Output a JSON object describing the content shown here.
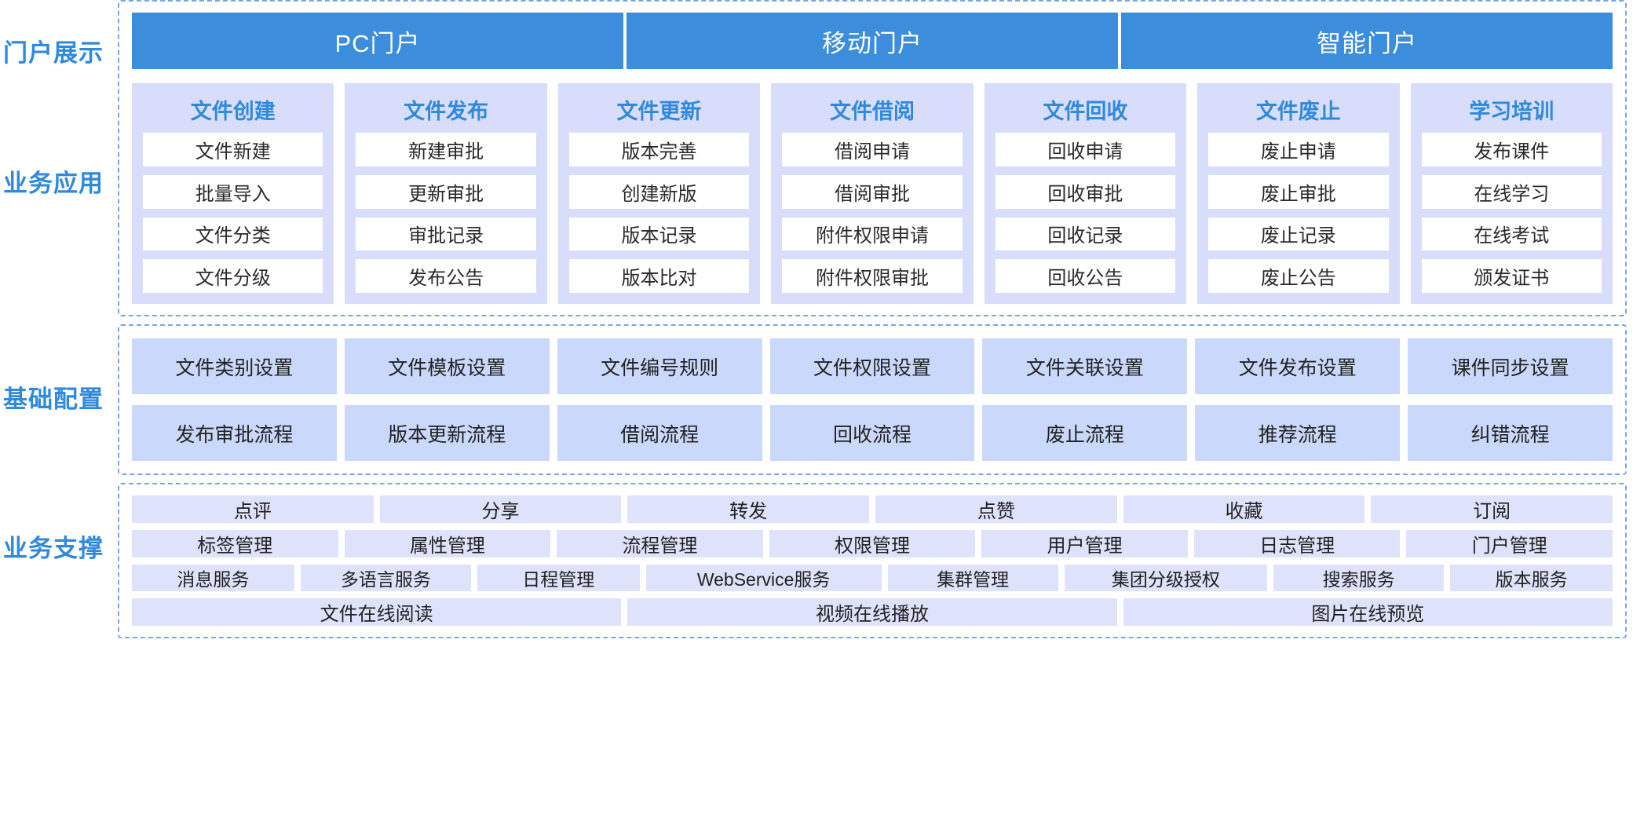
{
  "rail": {
    "labels": [
      {
        "key": "portal",
        "text": "门户展示"
      },
      {
        "key": "business",
        "text": "业务应用"
      },
      {
        "key": "config",
        "text": "基础配置"
      },
      {
        "key": "support",
        "text": "业务支撑"
      }
    ]
  },
  "colors": {
    "portal_header_bg": "#3c8ddc",
    "portal_header_text": "#ffffff",
    "app_column_bg": "#d7ddfb",
    "app_item_bg": "#ffffff",
    "app_title_text": "#2f89dd",
    "config_cell_bg": "#c9d8fb",
    "support_cell_bg": "#dfe2fb",
    "band_border": "#7aa6e8",
    "rail_label_text": "#2f89dd"
  },
  "portal": {
    "items": [
      {
        "label": "PC门户"
      },
      {
        "label": "移动门户"
      },
      {
        "label": "智能门户"
      }
    ]
  },
  "business_apps": {
    "columns": [
      {
        "title": "文件创建",
        "items": [
          "文件新建",
          "批量导入",
          "文件分类",
          "文件分级"
        ]
      },
      {
        "title": "文件发布",
        "items": [
          "新建审批",
          "更新审批",
          "审批记录",
          "发布公告"
        ]
      },
      {
        "title": "文件更新",
        "items": [
          "版本完善",
          "创建新版",
          "版本记录",
          "版本比对"
        ]
      },
      {
        "title": "文件借阅",
        "items": [
          "借阅申请",
          "借阅审批",
          "附件权限申请",
          "附件权限审批"
        ]
      },
      {
        "title": "文件回收",
        "items": [
          "回收申请",
          "回收审批",
          "回收记录",
          "回收公告"
        ]
      },
      {
        "title": "文件废止",
        "items": [
          "废止申请",
          "废止审批",
          "废止记录",
          "废止公告"
        ]
      },
      {
        "title": "学习培训",
        "items": [
          "发布课件",
          "在线学习",
          "在线考试",
          "颁发证书"
        ]
      }
    ]
  },
  "basic_config": {
    "rows": [
      [
        "文件类别设置",
        "文件模板设置",
        "文件编号规则",
        "文件权限设置",
        "文件关联设置",
        "文件发布设置",
        "课件同步设置"
      ],
      [
        "发布审批流程",
        "版本更新流程",
        "借阅流程",
        "回收流程",
        "废止流程",
        "推荐流程",
        "纠错流程"
      ]
    ]
  },
  "business_support": {
    "rows": [
      {
        "cells": [
          {
            "label": "点评",
            "flex": 1
          },
          {
            "label": "分享",
            "flex": 1
          },
          {
            "label": "转发",
            "flex": 1
          },
          {
            "label": "点赞",
            "flex": 1
          },
          {
            "label": "收藏",
            "flex": 1
          },
          {
            "label": "订阅",
            "flex": 1
          }
        ]
      },
      {
        "cells": [
          {
            "label": "标签管理",
            "flex": 1
          },
          {
            "label": "属性管理",
            "flex": 1
          },
          {
            "label": "流程管理",
            "flex": 1
          },
          {
            "label": "权限管理",
            "flex": 1
          },
          {
            "label": "用户管理",
            "flex": 1
          },
          {
            "label": "日志管理",
            "flex": 1
          },
          {
            "label": "门户管理",
            "flex": 1
          }
        ]
      },
      {
        "cells": [
          {
            "label": "消息服务",
            "flex": 1
          },
          {
            "label": "多语言服务",
            "flex": 1.05
          },
          {
            "label": "日程管理",
            "flex": 1
          },
          {
            "label": "WebService服务",
            "flex": 1.45
          },
          {
            "label": "集群管理",
            "flex": 1.05
          },
          {
            "label": "集团分级授权",
            "flex": 1.25
          },
          {
            "label": "搜索服务",
            "flex": 1.05
          },
          {
            "label": "版本服务",
            "flex": 1
          }
        ]
      },
      {
        "cells": [
          {
            "label": "文件在线阅读",
            "flex": 1
          },
          {
            "label": "视频在线播放",
            "flex": 1
          },
          {
            "label": "图片在线预览",
            "flex": 1
          }
        ]
      }
    ]
  }
}
